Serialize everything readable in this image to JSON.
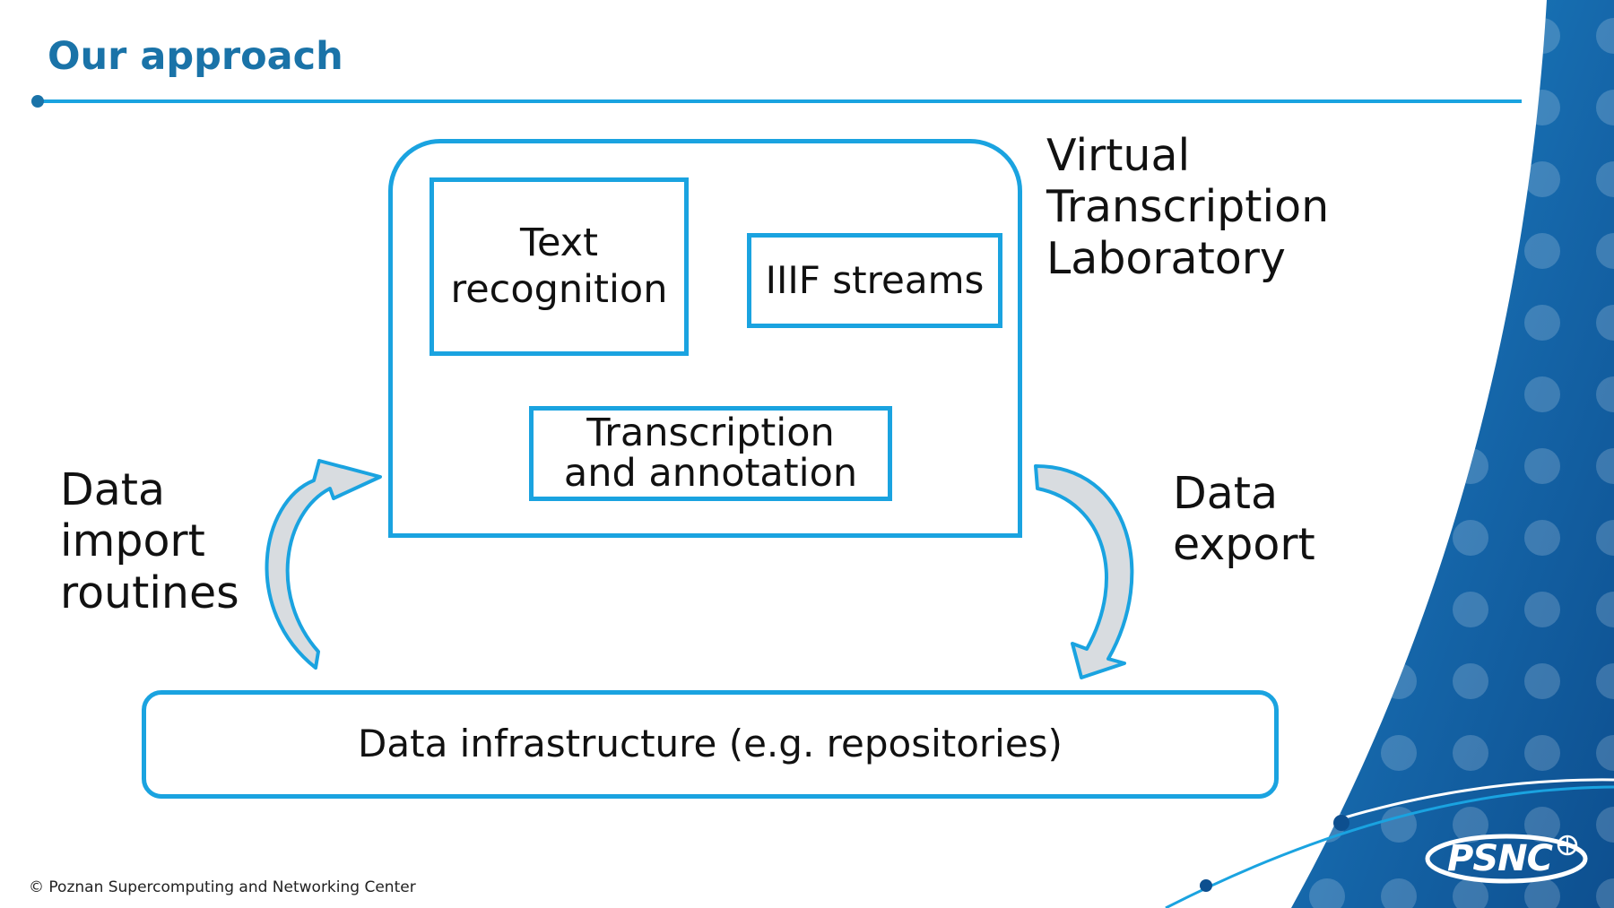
{
  "slide": {
    "title": "Our approach",
    "footer": "© Poznan Supercomputing and Networking Center"
  },
  "diagram": {
    "vtl_label": "Virtual\nTranscription\nLaboratory",
    "modules": {
      "text_recognition": "Text\nrecognition",
      "iiif_streams": "IIIF streams",
      "transcription": "Transcription\nand annotation"
    },
    "import_label": "Data\nimport\nroutines",
    "export_label": "Data\nexport",
    "infrastructure": "Data infrastructure (e.g. repositories)"
  },
  "logo": {
    "text": "PSNC"
  },
  "colors": {
    "accent": "#1aa3e0",
    "title": "#1a73a8",
    "band_dark": "#0d4f8f",
    "band_light": "#1b86c8"
  }
}
